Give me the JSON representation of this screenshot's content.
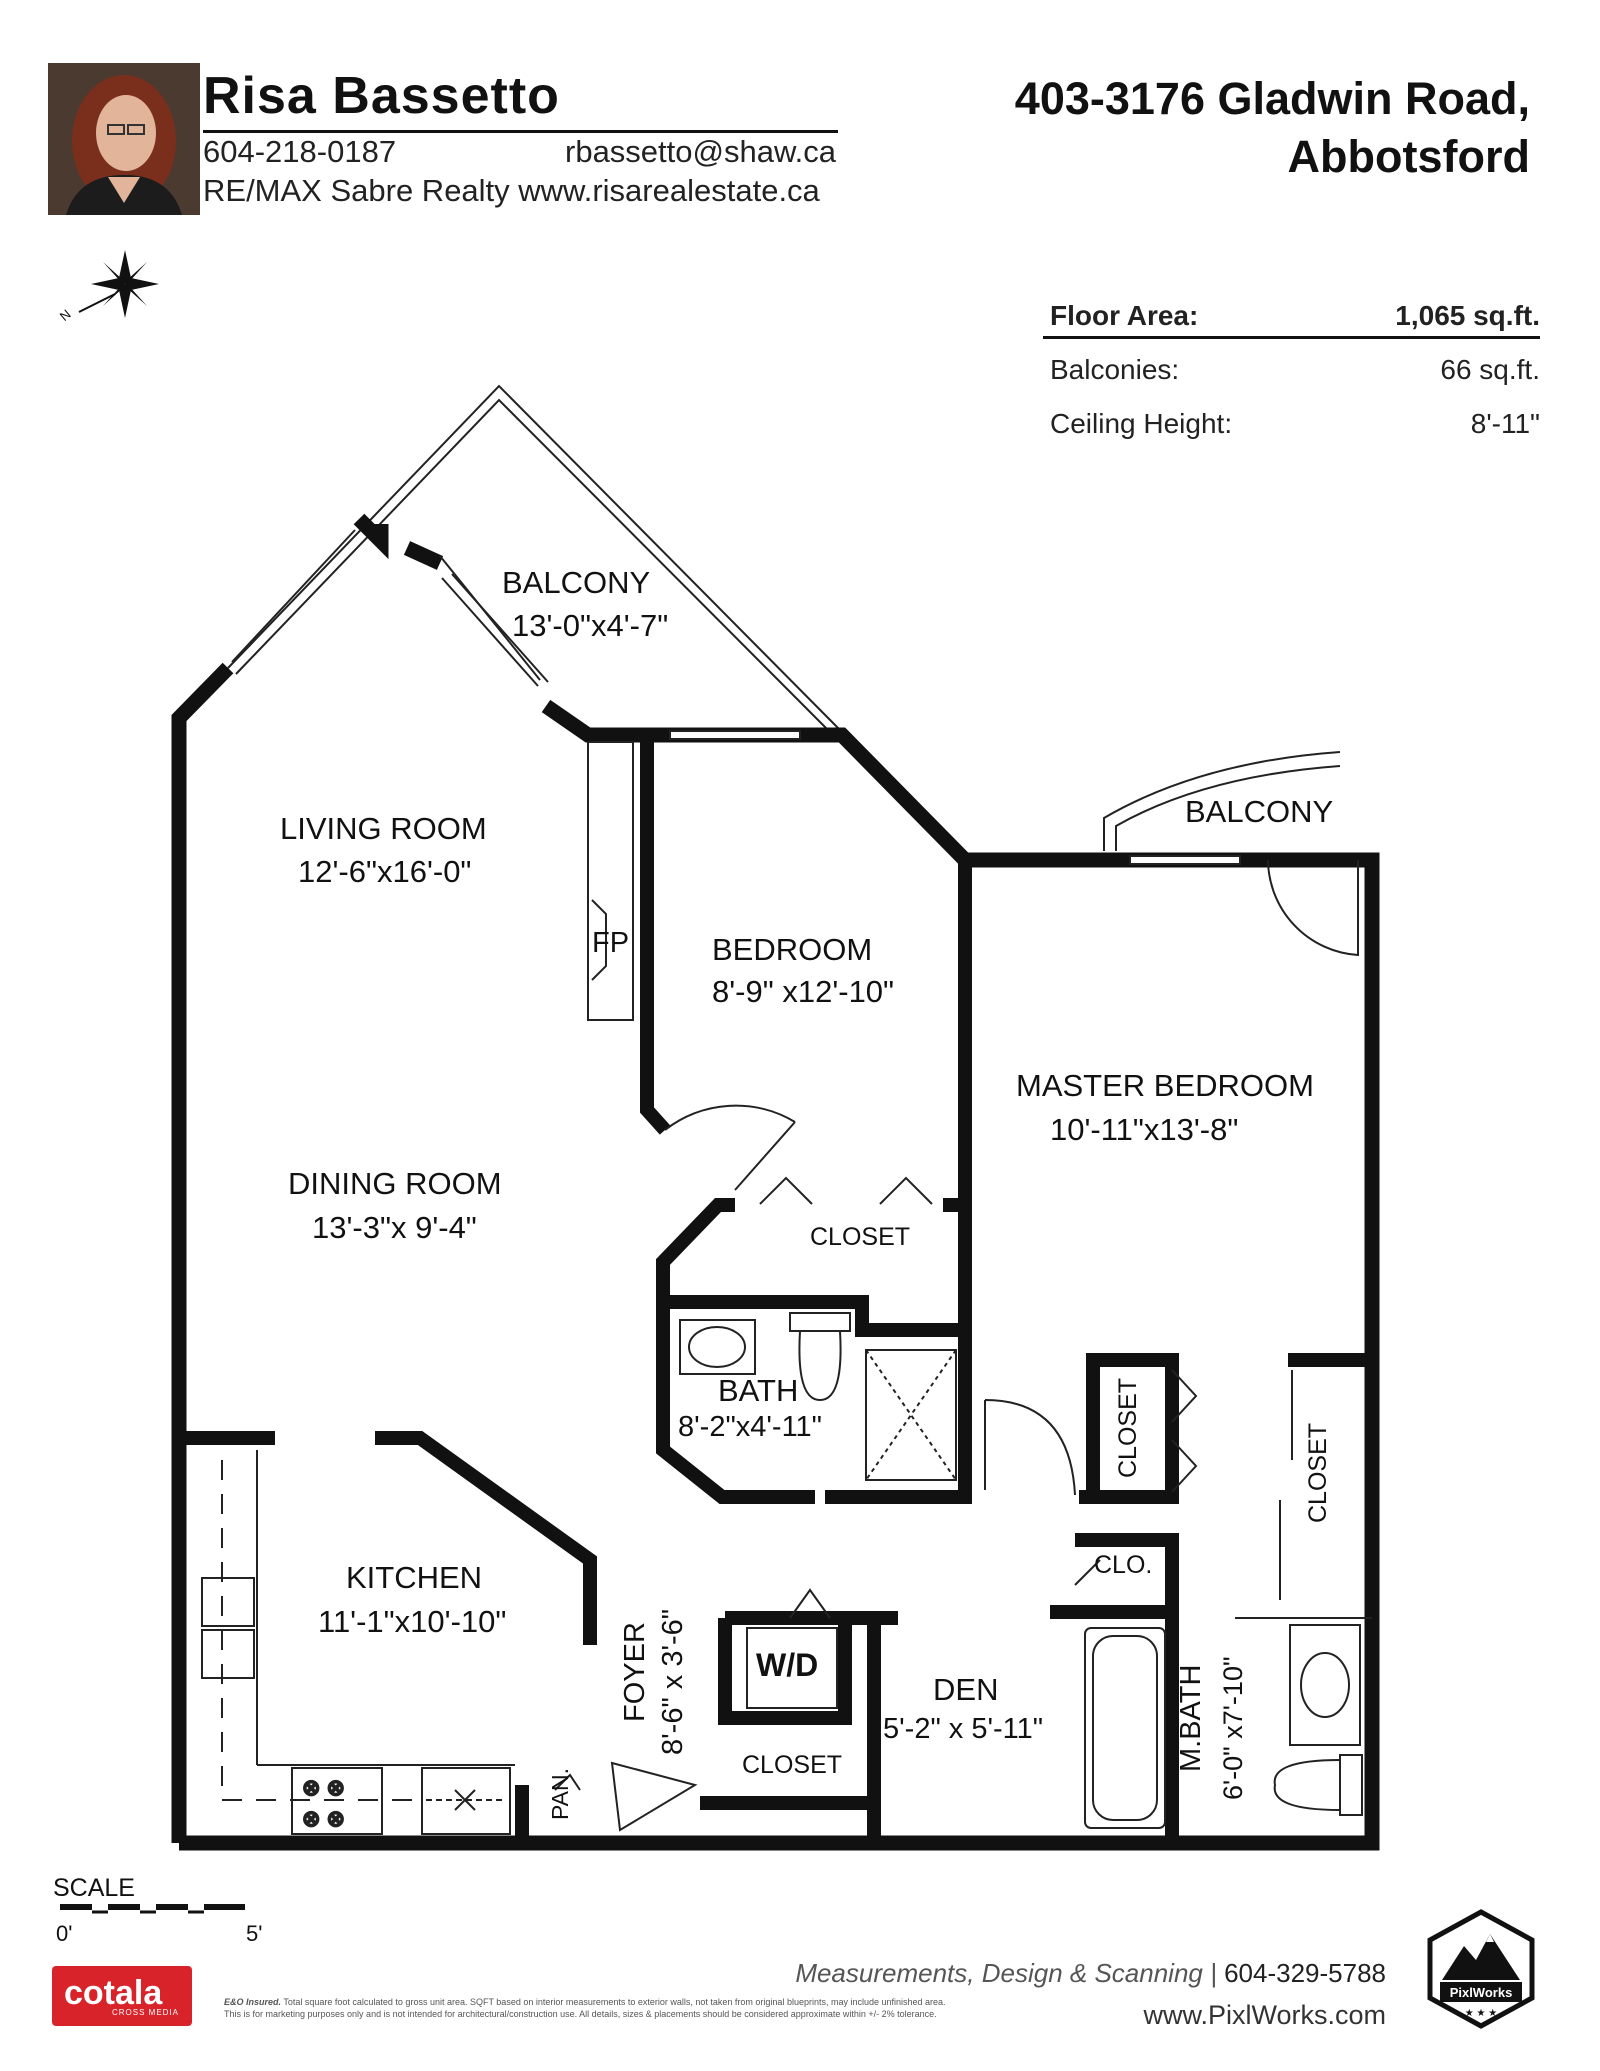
{
  "agent": {
    "name": "Risa Bassetto",
    "phone": "604-218-0187",
    "email": "rbassetto@shaw.ca",
    "brokerage_and_web": "RE/MAX Sabre Realty www.risarealestate.ca"
  },
  "listing": {
    "address_line1": "403-3176 Gladwin Road,",
    "address_line2": "Abbotsford"
  },
  "area_summary": [
    {
      "label": "Floor Area:",
      "value": "1,065 sq.ft."
    },
    {
      "label": "Balconies:",
      "value": "66 sq.ft."
    },
    {
      "label": "Ceiling Height:",
      "value": "8'-11\""
    }
  ],
  "compass": {
    "label": "N"
  },
  "rooms": {
    "balcony_main_name": "BALCONY",
    "balcony_main_size": "13'-0\"x4'-7\"",
    "balcony_master_name": "BALCONY",
    "living_name": "LIVING ROOM",
    "living_size": "12'-6\"x16'-0\"",
    "fireplace": "FP",
    "bedroom_name": "BEDROOM",
    "bedroom_size": "8'-9\" x12'-10\"",
    "master_name": "MASTER BEDROOM",
    "master_size": "10'-11\"x13'-8\"",
    "dining_name": "DINING ROOM",
    "dining_size": "13'-3\"x  9'-4\"",
    "closet_bedroom": "CLOSET",
    "bath_name": "BATH",
    "bath_size": "8'-2\"x4'-11\"",
    "closet_master_left": "CLOSET",
    "closet_master_right": "CLOSET",
    "clo": "CLO.",
    "kitchen_name": "KITCHEN",
    "kitchen_size": "11'-1\"x10'-10\"",
    "foyer_name": "FOYER",
    "foyer_size": "8'-6\" x 3'-6\"",
    "washer_dryer": "W/D",
    "den_name": "DEN",
    "den_size": "5'-2\" x 5'-11\"",
    "closet_foyer": "CLOSET",
    "pantry": "PAN.",
    "master_bath_name": "M.BATH",
    "master_bath_size": "6'-0\" x7'-10\""
  },
  "scale": {
    "label": "SCALE",
    "start": "0'",
    "end": "5'"
  },
  "footer": {
    "credit": "Measurements, Design & Scanning",
    "credit_phone": "604-329-5788",
    "website": "www.PixlWorks.com",
    "disclaimer_lead": "E&O Insured.",
    "disclaimer_line1": "Total square foot calculated to gross unit area. SQFT based on interior measurements to exterior walls, not taken from original blueprints, may include unfinished area.",
    "disclaimer_line2": "This is for marketing purposes only and is not intended for architectural/construction use.  All details, sizes & placements should be considered approximate within +/- 2% tolerance.",
    "cotala_word": "cotala",
    "cotala_sub": "CROSS MEDIA",
    "pixlworks_badge": "PixlWorks"
  }
}
